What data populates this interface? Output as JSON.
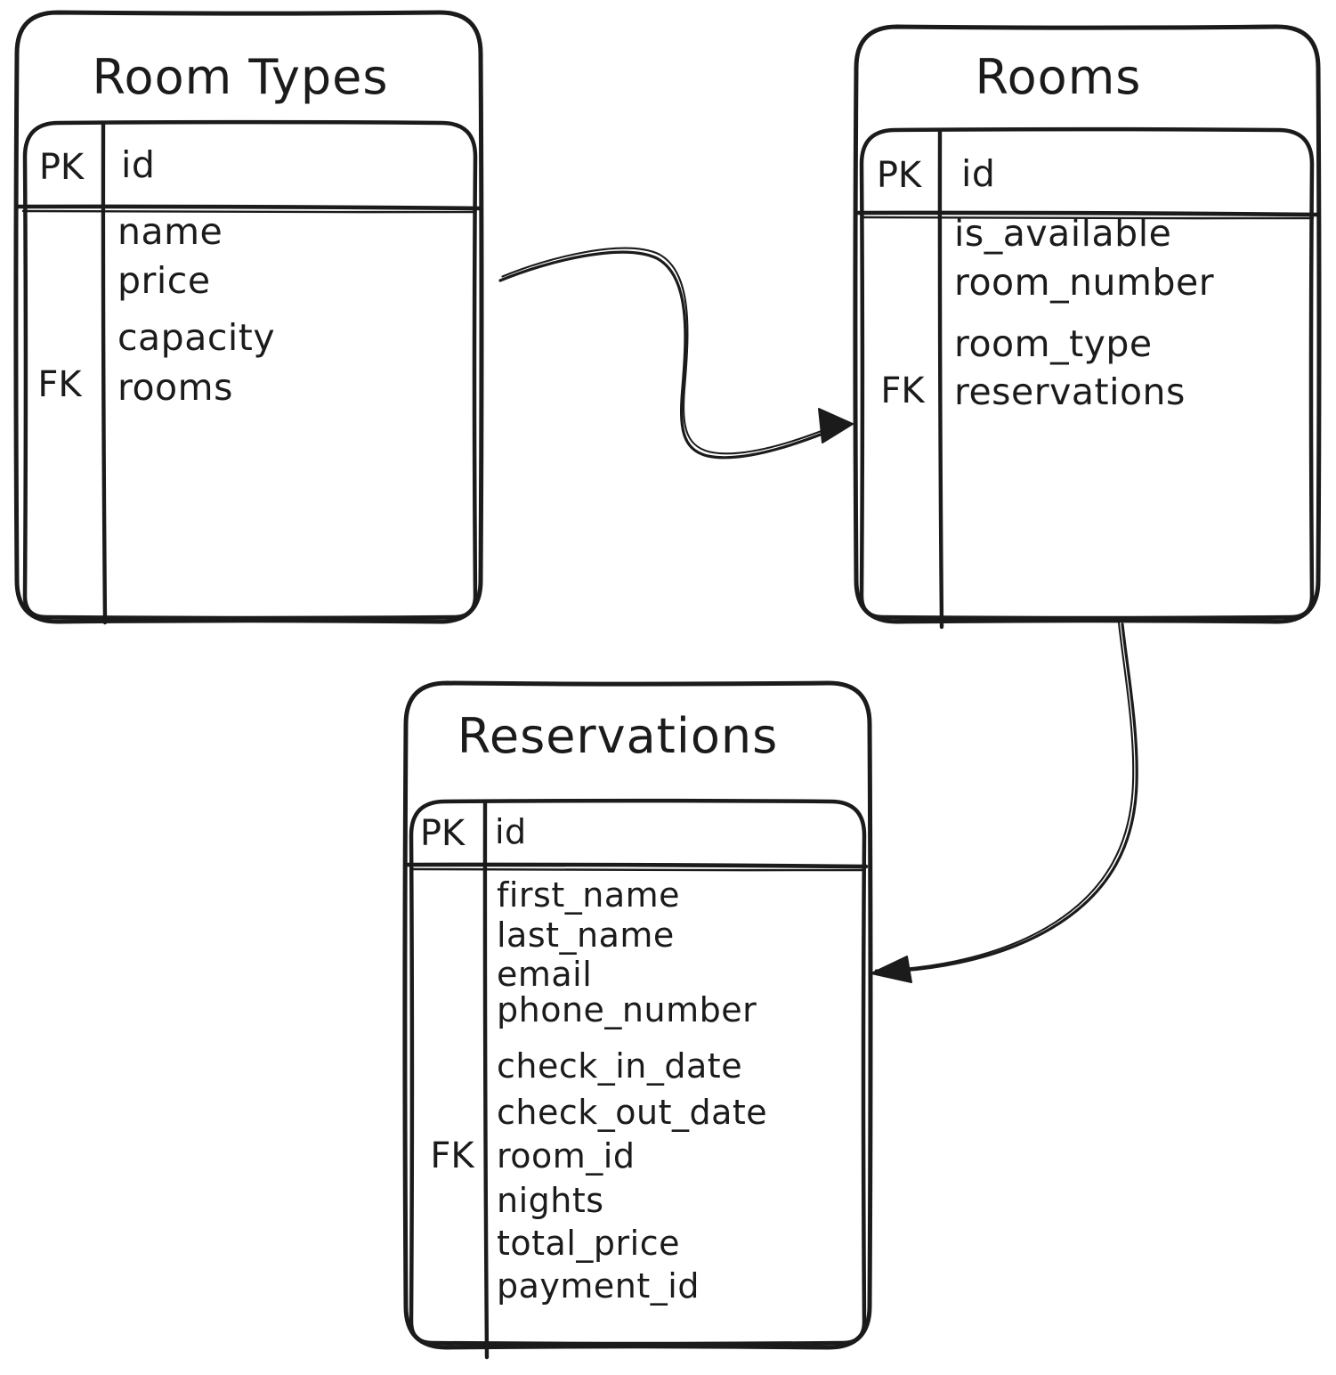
{
  "colors": {
    "background": "#ffffff",
    "stroke": "#1b1b1b"
  },
  "tables": [
    {
      "title": "Room Types",
      "primary_key": {
        "label": "PK",
        "field": "id"
      },
      "foreign_key_label": "FK",
      "fields": [
        "name",
        "price",
        "capacity",
        "rooms"
      ],
      "foreign_key_field": "rooms"
    },
    {
      "title": "Rooms",
      "primary_key": {
        "label": "PK",
        "field": "id"
      },
      "foreign_key_label": "FK",
      "fields": [
        "is_available",
        "room_number",
        "room_type",
        "reservations"
      ],
      "foreign_key_field": "reservations"
    },
    {
      "title": "Reservations",
      "primary_key": {
        "label": "PK",
        "field": "id"
      },
      "foreign_key_label": "FK",
      "fields": [
        "first_name",
        "last_name",
        "email",
        "phone_number",
        "check_in_date",
        "check_out_date",
        "room_id",
        "nights",
        "total_price",
        "payment_id"
      ],
      "foreign_key_field": "room_id"
    }
  ],
  "relationships": [
    {
      "from": "Room Types",
      "to": "Rooms"
    },
    {
      "from": "Rooms",
      "to": "Reservations"
    }
  ]
}
